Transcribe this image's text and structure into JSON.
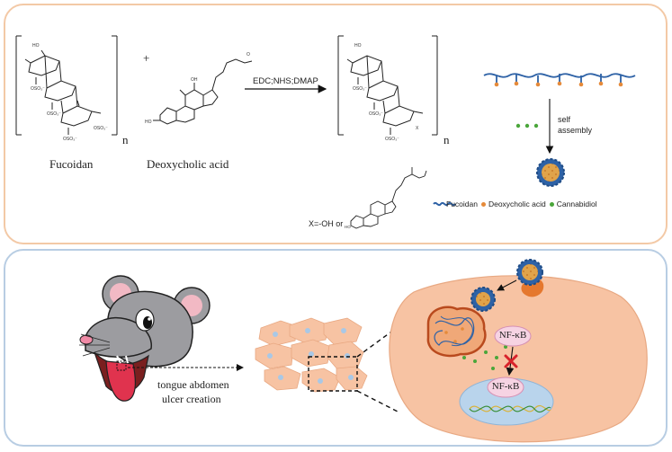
{
  "top": {
    "fucoidan_label": "Fucoidan",
    "deoxycholic_label": "Deoxycholic acid",
    "plus": "+",
    "reagents": "EDC;NHS;DMAP",
    "n_left": "n",
    "n_right": "n",
    "x_group": "X=-OH or",
    "self_assembly_1": "self",
    "self_assembly_2": "assembly",
    "legend": {
      "fucoidan": "Fucoidan",
      "deoxycholic": "Deoxycholic acid",
      "cannabidiol": "Cannabidiol"
    }
  },
  "bottom": {
    "caption_line1": "tongue abdomen",
    "caption_line2": "ulcer creation",
    "nfkb_cytoplasm": "NF-κB",
    "nfkb_nucleus": "NF-κB"
  },
  "colors": {
    "top_border": "#f3c9a6",
    "bottom_border": "#b8cde3",
    "fucoidan_blue": "#2e62a6",
    "deoxycholic_orange": "#e58a3a",
    "cannabidiol_green": "#4aa63a",
    "cell_fill": "#f7c3a3",
    "nucleus_fill": "#b9d4ec",
    "nfkb_fill": "#f6d3e3",
    "inhibit_red": "#d8222a"
  }
}
